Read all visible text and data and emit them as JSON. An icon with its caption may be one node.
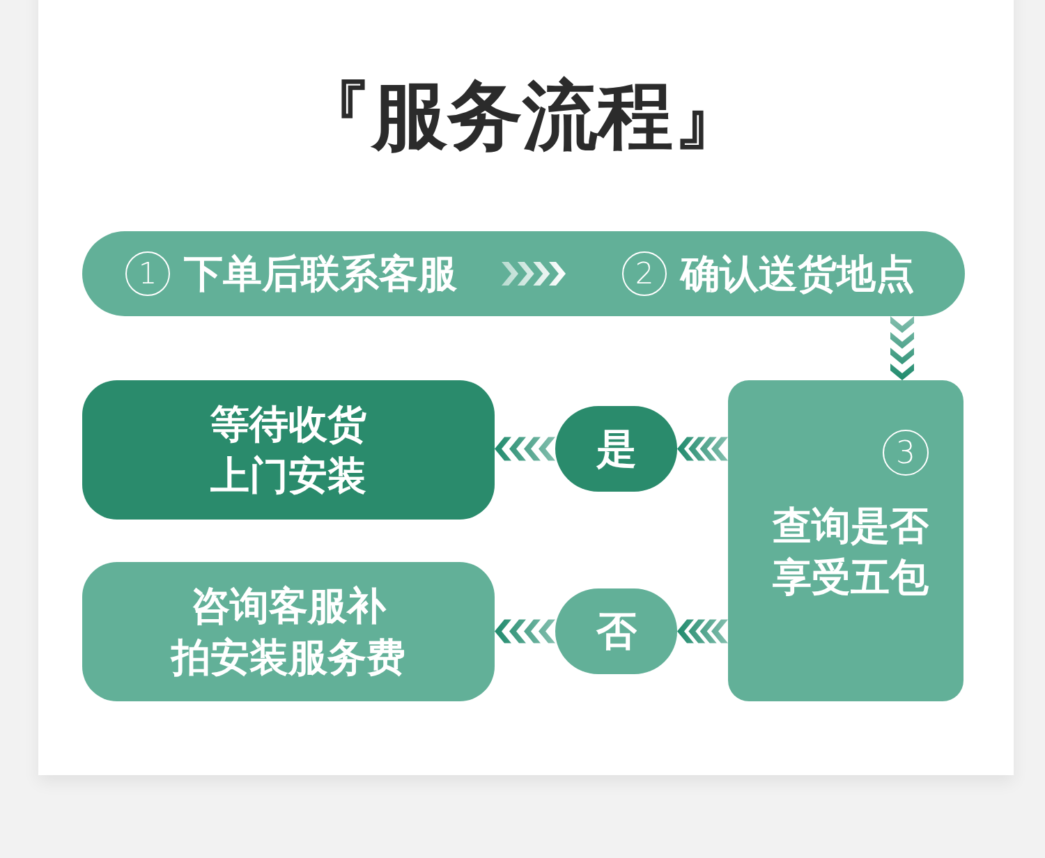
{
  "diagram": {
    "title": "『服务流程』",
    "nodes": [
      {
        "text": [],
        "shape": "band"
      },
      {
        "text": [
          "1",
          "下单后联系客服"
        ],
        "in": 0
      },
      {
        "text": [
          "2",
          "确认送货地点"
        ],
        "in": 0
      },
      {
        "text": [
          "等待收货上门安装"
        ]
      },
      {
        "text": [
          "是"
        ]
      },
      {
        "text": [
          "3",
          "查询是否享受五包"
        ]
      },
      {
        "text": [
          "咨询客服补拍安装服务费"
        ]
      },
      {
        "text": [
          "否"
        ]
      }
    ],
    "edges": [
      {
        "from": 1,
        "to": 2,
        "arrow": "to",
        "color": "#ffffff"
      },
      {
        "from": 2,
        "to": 5,
        "arrow": "to"
      },
      {
        "from": 5,
        "to": 4,
        "arrow": "to"
      },
      {
        "from": 4,
        "to": 3,
        "arrow": "to"
      },
      {
        "from": 5,
        "to": 7,
        "arrow": "to"
      },
      {
        "from": 7,
        "to": 6,
        "arrow": "to"
      }
    ]
  }
}
